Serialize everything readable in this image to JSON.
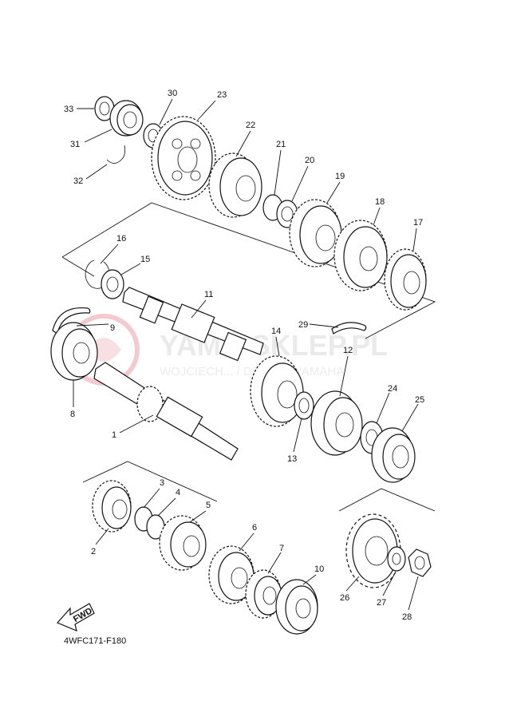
{
  "diagram_code": "4WFC171-F180",
  "fwd_label": "FWD",
  "watermark": {
    "title": "YAMA-SKLEP.PL",
    "subtitle": "WOJCIECH ... / DEALER YAMAHA",
    "color": "#e8a0a8"
  },
  "callouts": [
    "1",
    "2",
    "3",
    "4",
    "5",
    "6",
    "7",
    "8",
    "9",
    "10",
    "11",
    "12",
    "13",
    "14",
    "15",
    "16",
    "17",
    "18",
    "19",
    "20",
    "21",
    "22",
    "23",
    "24",
    "25",
    "26",
    "27",
    "28",
    "29",
    "30",
    "31",
    "32",
    "33"
  ]
}
